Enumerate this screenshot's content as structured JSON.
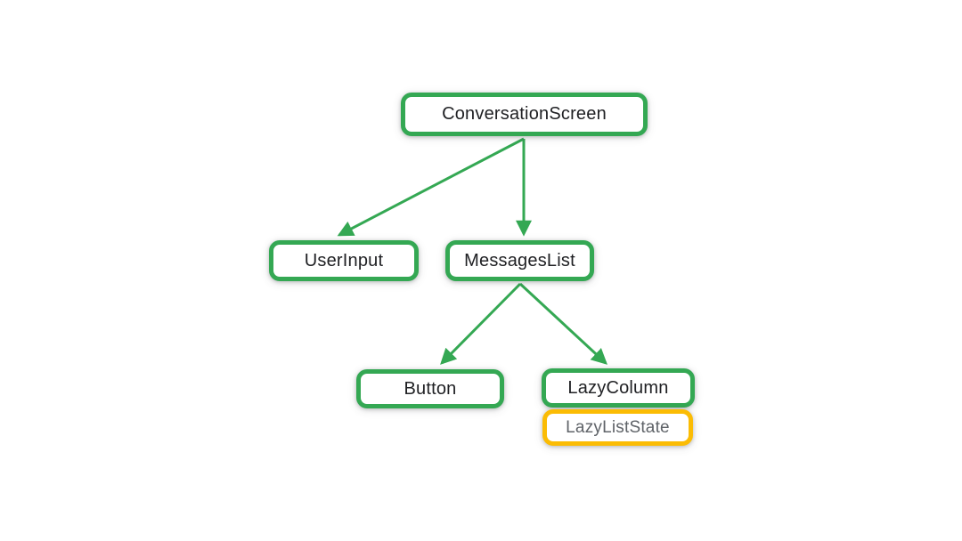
{
  "diagram": {
    "type": "tree",
    "nodes": {
      "conversation_screen": {
        "label": "ConversationScreen",
        "kind": "composable"
      },
      "user_input": {
        "label": "UserInput",
        "kind": "composable"
      },
      "messages_list": {
        "label": "MessagesList",
        "kind": "composable"
      },
      "button": {
        "label": "Button",
        "kind": "composable"
      },
      "lazy_column": {
        "label": "LazyColumn",
        "kind": "composable"
      },
      "lazy_list_state": {
        "label": "LazyListState",
        "kind": "state"
      }
    },
    "edges": [
      {
        "from": "ConversationScreen",
        "to": "UserInput"
      },
      {
        "from": "ConversationScreen",
        "to": "MessagesList"
      },
      {
        "from": "MessagesList",
        "to": "Button"
      },
      {
        "from": "MessagesList",
        "to": "LazyColumn"
      }
    ],
    "attachments": [
      {
        "parent": "LazyColumn",
        "child": "LazyListState"
      }
    ],
    "colors": {
      "node_border": "#34A853",
      "state_border": "#FBBC04",
      "arrow": "#34A853",
      "label_text": "#202124",
      "state_text": "#5F6368",
      "canvas_bg": "#FFFFFF"
    }
  }
}
